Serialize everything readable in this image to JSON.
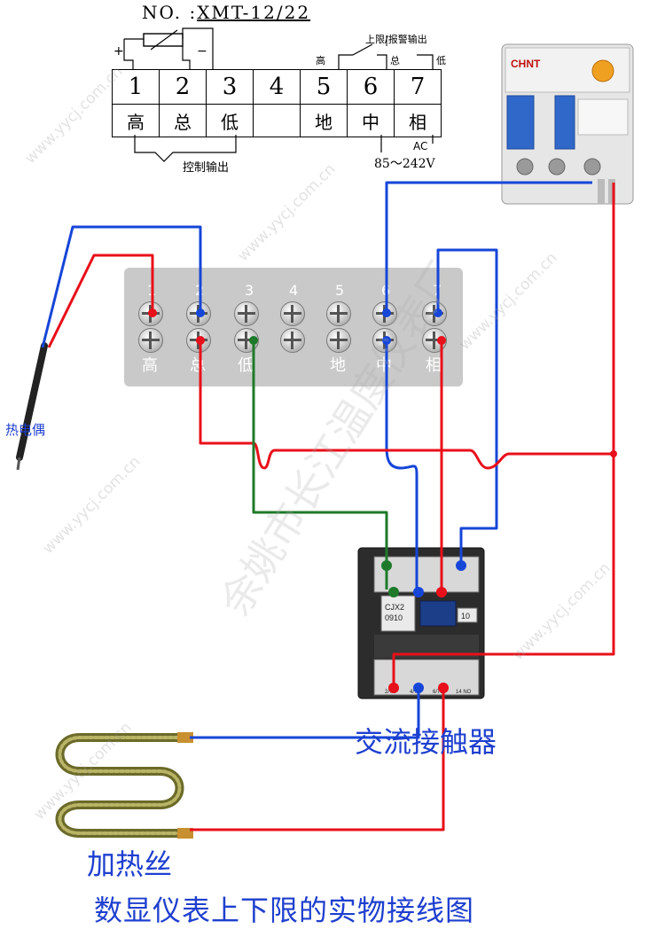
{
  "header": {
    "model_prefix": "NO. :",
    "model_value": "XMT-12/22"
  },
  "schematic": {
    "terminal_numbers": [
      "1",
      "2",
      "3",
      "4",
      "5",
      "6",
      "7"
    ],
    "terminal_labels": [
      "高",
      "总",
      "低",
      "",
      "地",
      "中",
      "相"
    ],
    "plus_sign": "+",
    "minus_sign": "−",
    "relay_output_label": "上限/报警输出",
    "relay_high": "高",
    "relay_common": "总",
    "relay_low": "低",
    "control_output_label": "控制输出",
    "ac_label": "AC",
    "voltage_label": "85～242V"
  },
  "terminal_block": {
    "numbers": [
      "1",
      "2",
      "3",
      "4",
      "5",
      "6",
      "7"
    ],
    "labels": [
      "高",
      "总",
      "低",
      "",
      "地",
      "中",
      "相"
    ]
  },
  "breaker": {
    "brand": "CHNT"
  },
  "contactor": {
    "model": "CJX2",
    "code": "0910",
    "aux": "10",
    "bottom_terms": [
      "2/T1",
      "4/T2",
      "6/T3",
      "14 NO"
    ]
  },
  "labels": {
    "thermocouple": "热电偶",
    "contactor": "交流接触器",
    "heater": "加热丝",
    "title": "数显仪表上下限的实物接线图"
  },
  "watermark": {
    "text": "www.yycj.com.cn",
    "big_text": "余姚市长江温度仪表厂"
  },
  "colors": {
    "red_wire": "#e8101a",
    "blue_wire": "#1646d8",
    "green_wire": "#1e7a2a",
    "label_blue": "#1e3fcf"
  }
}
